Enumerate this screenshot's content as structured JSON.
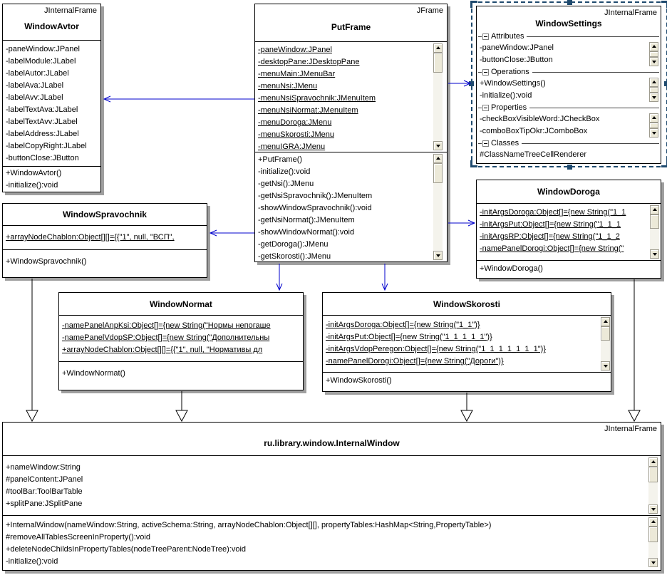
{
  "classes": {
    "windowAvtor": {
      "stereotype": "JInternalFrame",
      "name": "WindowAvtor",
      "attributes": [
        "-paneWindow:JPanel",
        "-labelModule:JLabel",
        "-labelAutor:JLabel",
        "-labelAva:JLabel",
        "-labelAvv:JLabel",
        "-labelTextAva:JLabel",
        "-labelTextAvv:JLabel",
        "-labelAddress:JLabel",
        "-labelCopyRight:JLabel",
        "-buttonClose:JButton"
      ],
      "methods": [
        "+WindowAvtor()",
        "-initialize():void"
      ]
    },
    "putFrame": {
      "stereotype": "JFrame",
      "name": "PutFrame",
      "attributes": [
        "-paneWindow:JPanel",
        "-desktopPane:JDesktopPane",
        "-menuMain:JMenuBar",
        "-menuNsi:JMenu",
        "-menuNsiSpravochnik:JMenuItem",
        "-menuNsiNormat:JMenuItem",
        "-menuDoroga:JMenu",
        "-menuSkorosti:JMenu",
        "-menuIGRA:JMenu"
      ],
      "methods": [
        "+PutFrame()",
        "-initialize():void",
        "-getNsi():JMenu",
        "-getNsiSpravochnik():JMenuItem",
        "-showWindowSpravochnik():void",
        "-getNsiNormat():JMenuItem",
        "-showWindowNormat():void",
        "-getDoroga():JMenu",
        "-getSkorosti():JMenu"
      ]
    },
    "windowSettings": {
      "stereotype": "JInternalFrame",
      "name": "WindowSettings",
      "sections": [
        {
          "label": "Attributes",
          "items": [
            "-paneWindow:JPanel",
            "-buttonClose:JButton"
          ]
        },
        {
          "label": "Operations",
          "items": [
            "+WindowSettings()",
            "-initialize():void"
          ]
        },
        {
          "label": "Properties",
          "items": [
            "-checkBoxVisibleWord:JCheckBox",
            "-comboBoxTipOkr:JComboBox"
          ]
        },
        {
          "label": "Classes",
          "items": [
            "#ClassNameTreeCellRenderer"
          ]
        }
      ]
    },
    "windowDoroga": {
      "name": "WindowDoroga",
      "attributes": [
        "-initArgsDoroga:Object[]={new String(\"1_1",
        "-initArgsPut:Object[]={new String(\"1_1_1",
        "-initArgsRP:Object[]={new String(\"1_1_2",
        "-namePanelDorogi:Object[]={new String(\""
      ],
      "methods": [
        "+WindowDoroga()"
      ]
    },
    "windowSpravochnik": {
      "name": "WindowSpravochnik",
      "attributes": [
        "+arrayNodeChablon:Object[][]={{\"1\", null, \"ВСП\","
      ],
      "methods": [
        "+WindowSpravochnik()"
      ]
    },
    "windowNormat": {
      "name": "WindowNormat",
      "attributes": [
        "-namePanelAnpKsi:Object[]={new String(\"Нормы непогаше",
        "-namePanelVdopSP:Object[]={new String(\"Дополнительны",
        "+arrayNodeChablon:Object[][]={{\"1\", null, \"Нормативы дл"
      ],
      "methods": [
        "+WindowNormat()"
      ]
    },
    "windowSkorosti": {
      "name": "WindowSkorosti",
      "attributes": [
        "-initArgsDoroga:Object[]={new String(\"1_1\")}",
        "-initArgsPut:Object[]={new String(\"1_1_1_1_1\")}",
        "-initArgsVdopPeregon:Object[]={new String(\"1_1_1_1_1_1_1\")}",
        "-namePanelDorogi:Object[]={new String(\"Дороги\")}"
      ],
      "methods": [
        "+WindowSkorosti()"
      ]
    },
    "internalWindow": {
      "stereotype": "JInternalFrame",
      "name": "ru.library.window.InternalWindow",
      "attributes": [
        "+nameWindow:String",
        "#panelContent:JPanel",
        "#toolBar:ToolBarTable",
        "+splitPane:JSplitPane"
      ],
      "methods": [
        "+InternalWindow(nameWindow:String, activeSchema:String, arrayNodeChablon:Object[][], propertyTables:HashMap<String,PropertyTable>)",
        "#removeAllTablesScreenInProperty():void",
        "+deleteNodeChildsInPropertyTables(nodeTreeParent:NodeTree):void",
        "-initialize():void"
      ]
    }
  },
  "relations": [
    {
      "type": "dependency",
      "from": "PutFrame",
      "to": "WindowAvtor"
    },
    {
      "type": "dependency",
      "from": "PutFrame",
      "to": "WindowSpravochnik"
    },
    {
      "type": "dependency",
      "from": "PutFrame",
      "to": "WindowSettings"
    },
    {
      "type": "dependency",
      "from": "PutFrame",
      "to": "WindowDoroga"
    },
    {
      "type": "dependency",
      "from": "PutFrame",
      "to": "WindowNormat"
    },
    {
      "type": "dependency",
      "from": "PutFrame",
      "to": "WindowSkorosti"
    },
    {
      "type": "generalization",
      "from": "WindowSpravochnik",
      "to": "ru.library.window.InternalWindow"
    },
    {
      "type": "generalization",
      "from": "WindowNormat",
      "to": "ru.library.window.InternalWindow"
    },
    {
      "type": "generalization",
      "from": "WindowSkorosti",
      "to": "ru.library.window.InternalWindow"
    },
    {
      "type": "generalization",
      "from": "WindowDoroga",
      "to": "ru.library.window.InternalWindow"
    }
  ],
  "colors": {
    "arrow": "#0000cc",
    "selection": "#1f4a6e",
    "shadow": "#a0a0a0",
    "scrollbarFace": "#ece9d8"
  }
}
